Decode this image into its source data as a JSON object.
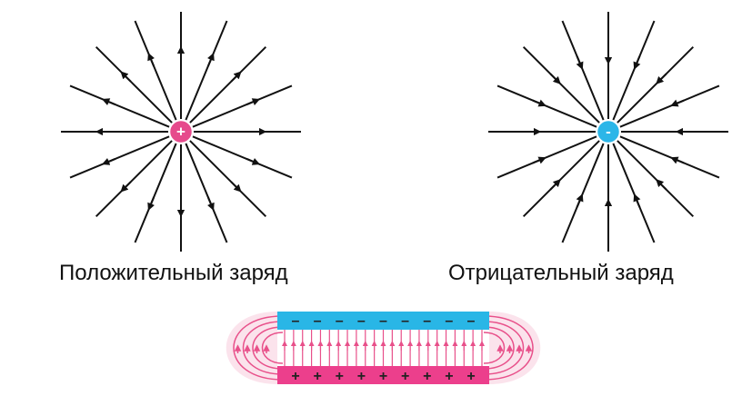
{
  "positive_charge": {
    "caption": "Положительный заряд",
    "symbol": "+",
    "color": "#e64a8c",
    "line_direction": "outward"
  },
  "negative_charge": {
    "caption": "Отрицательный заряд",
    "symbol": "-",
    "color": "#2bb6e8",
    "line_direction": "inward"
  },
  "capacitor": {
    "top_plate": {
      "color": "#29b6e6",
      "sign": "–",
      "sign_count": 9
    },
    "bottom_plate": {
      "color": "#ec3f8c",
      "sign": "+",
      "sign_count": 9
    },
    "field_line_color": "#e8508a",
    "fringe_fill": "#fbe3ec",
    "inner_field_lines": 23,
    "inner_field_direction": "up"
  },
  "colors": {
    "field_lines": "#111111"
  }
}
